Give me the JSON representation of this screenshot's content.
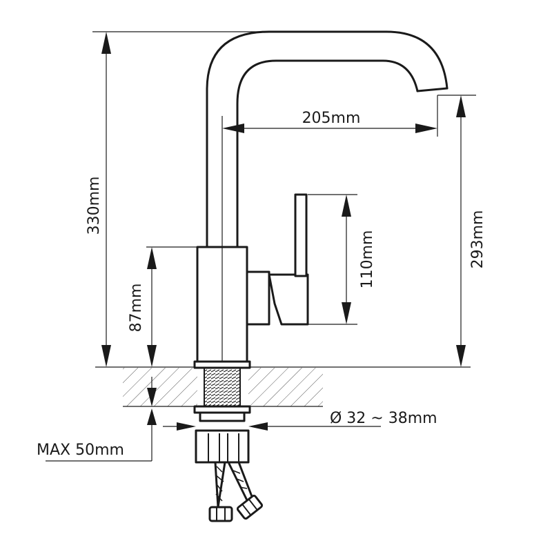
{
  "labels": {
    "total_height": "330mm",
    "spout_reach": "205mm",
    "spout_height": "293mm",
    "handle_height": "110mm",
    "base_height": "87mm",
    "hole_diameter": "Ø 32 ~ 38mm",
    "max_thickness": "MAX 50mm"
  },
  "colors": {
    "line": "#1a1a1a",
    "background": "#ffffff"
  }
}
